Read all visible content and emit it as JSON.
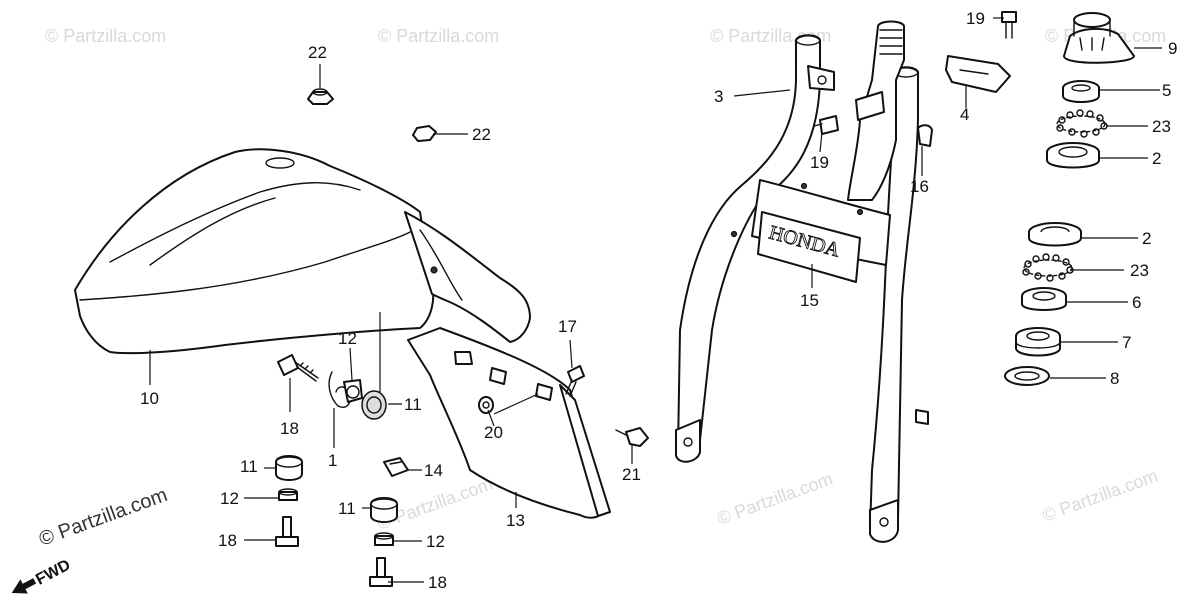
{
  "watermark": {
    "text": "© Partzilla.com",
    "prominent_text": "© Partzilla.com"
  },
  "direction_marker": {
    "label": "FWD"
  },
  "brand_emblem": {
    "text": "HONDA"
  },
  "callouts": [
    {
      "id": "c22a",
      "label": "22"
    },
    {
      "id": "c22b",
      "label": "22"
    },
    {
      "id": "c10",
      "label": "10"
    },
    {
      "id": "c12a",
      "label": "12"
    },
    {
      "id": "c11a",
      "label": "11"
    },
    {
      "id": "c18a",
      "label": "18"
    },
    {
      "id": "c1",
      "label": "1"
    },
    {
      "id": "c11b",
      "label": "11"
    },
    {
      "id": "c12b",
      "label": "12"
    },
    {
      "id": "c18b",
      "label": "18"
    },
    {
      "id": "c14",
      "label": "14"
    },
    {
      "id": "c11c",
      "label": "11"
    },
    {
      "id": "c12c",
      "label": "12"
    },
    {
      "id": "c18c",
      "label": "18"
    },
    {
      "id": "c13",
      "label": "13"
    },
    {
      "id": "c20",
      "label": "20"
    },
    {
      "id": "c17",
      "label": "17"
    },
    {
      "id": "c21",
      "label": "21"
    },
    {
      "id": "c3",
      "label": "3"
    },
    {
      "id": "c19a",
      "label": "19"
    },
    {
      "id": "c4",
      "label": "4"
    },
    {
      "id": "c19b",
      "label": "19"
    },
    {
      "id": "c16",
      "label": "16"
    },
    {
      "id": "c15",
      "label": "15"
    },
    {
      "id": "c9",
      "label": "9"
    },
    {
      "id": "c5",
      "label": "5"
    },
    {
      "id": "c23a",
      "label": "23"
    },
    {
      "id": "c2a",
      "label": "2"
    },
    {
      "id": "c2b",
      "label": "2"
    },
    {
      "id": "c23b",
      "label": "23"
    },
    {
      "id": "c6",
      "label": "6"
    },
    {
      "id": "c7",
      "label": "7"
    },
    {
      "id": "c8",
      "label": "8"
    }
  ]
}
